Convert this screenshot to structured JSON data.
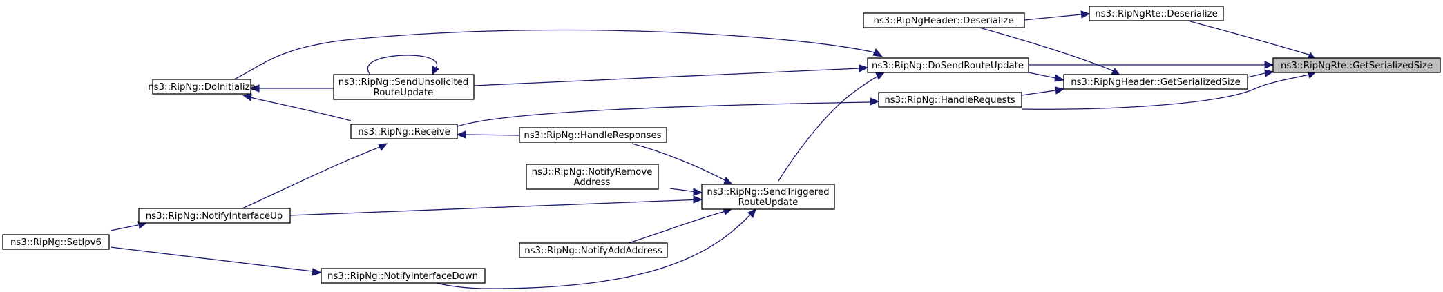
{
  "nodes": {
    "get_serialized_size": [
      "ns3::RipNgRte::GetSerializedSize"
    ],
    "rte_deserialize": [
      "ns3::RipNgRte::Deserialize"
    ],
    "header_deserialize": [
      "ns3::RipNgHeader::Deserialize"
    ],
    "header_get_serialized_size": [
      "ns3::RipNgHeader::GetSerializedSize"
    ],
    "do_send_route_update": [
      "ns3::RipNg::DoSendRouteUpdate"
    ],
    "handle_requests": [
      "ns3::RipNg::HandleRequests"
    ],
    "do_initialize": [
      "ns3::RipNg::DoInitialize"
    ],
    "send_unsolicited": [
      "ns3::RipNg::SendUnsolicited",
      "RouteUpdate"
    ],
    "receive": [
      "ns3::RipNg::Receive"
    ],
    "handle_responses": [
      "ns3::RipNg::HandleResponses"
    ],
    "notify_remove_address": [
      "ns3::RipNg::NotifyRemove",
      "Address"
    ],
    "send_triggered": [
      "ns3::RipNg::SendTriggered",
      "RouteUpdate"
    ],
    "notify_interface_up": [
      "ns3::RipNg::NotifyInterfaceUp"
    ],
    "notify_add_address": [
      "ns3::RipNg::NotifyAddAddress"
    ],
    "set_ipv6": [
      "ns3::RipNg::SetIpv6"
    ],
    "notify_interface_down": [
      "ns3::RipNg::NotifyInterfaceDown"
    ]
  }
}
